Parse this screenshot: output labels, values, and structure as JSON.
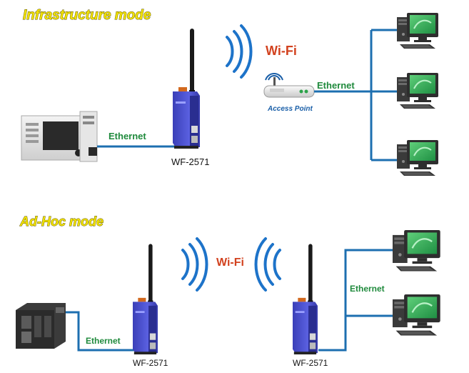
{
  "infrastructure": {
    "title": "Infrastructure mode",
    "wifi_label": "Wi-Fi",
    "ethernet_left": "Ethernet",
    "ethernet_right": "Ethernet",
    "access_point_label": "Access Point",
    "device_label": "WF-2571"
  },
  "adhoc": {
    "title": "Ad-Hoc mode",
    "wifi_label": "Wi-Fi",
    "ethernet_left": "Ethernet",
    "ethernet_right": "Ethernet",
    "device_left_label": "WF-2571",
    "device_right_label": "WF-2571"
  },
  "colors": {
    "title_yellow": "#f2e200",
    "title_outline": "#5a5000",
    "wifi_red": "#d2421f",
    "ethernet_green": "#1f8a3c",
    "wire_blue": "#1d6fb0",
    "device_blue": "#4a4fd0",
    "signal_blue": "#1d73c9",
    "ap_blue": "#1a5fa8"
  },
  "icons": {
    "plc": "plc-controller-icon",
    "wf2571": "wireless-device-server-icon",
    "access_point": "access-point-router-icon",
    "pc": "desktop-computer-icon",
    "pac": "pac-controller-icon",
    "signal": "wifi-signal-icon"
  }
}
